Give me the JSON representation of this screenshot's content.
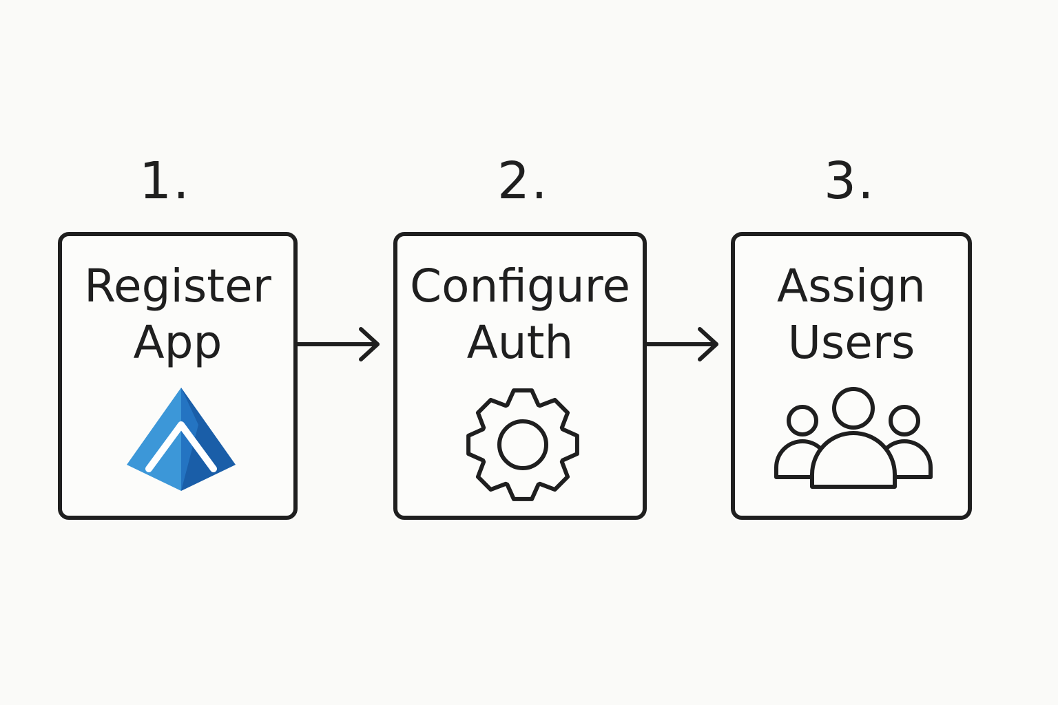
{
  "steps": [
    {
      "number": "1.",
      "label_line1": "Register",
      "label_line2": "App",
      "icon": "azure-app-registration-icon"
    },
    {
      "number": "2.",
      "label_line1": "Configure",
      "label_line2": "Auth",
      "icon": "gear-icon"
    },
    {
      "number": "3.",
      "label_line1": "Assign",
      "label_line2": "Users",
      "icon": "users-group-icon"
    }
  ],
  "colors": {
    "stroke": "#1f1f1f",
    "background": "#fafaf8",
    "icon_blue_light": "#3c97d8",
    "icon_blue_dark": "#1a5ea8"
  }
}
